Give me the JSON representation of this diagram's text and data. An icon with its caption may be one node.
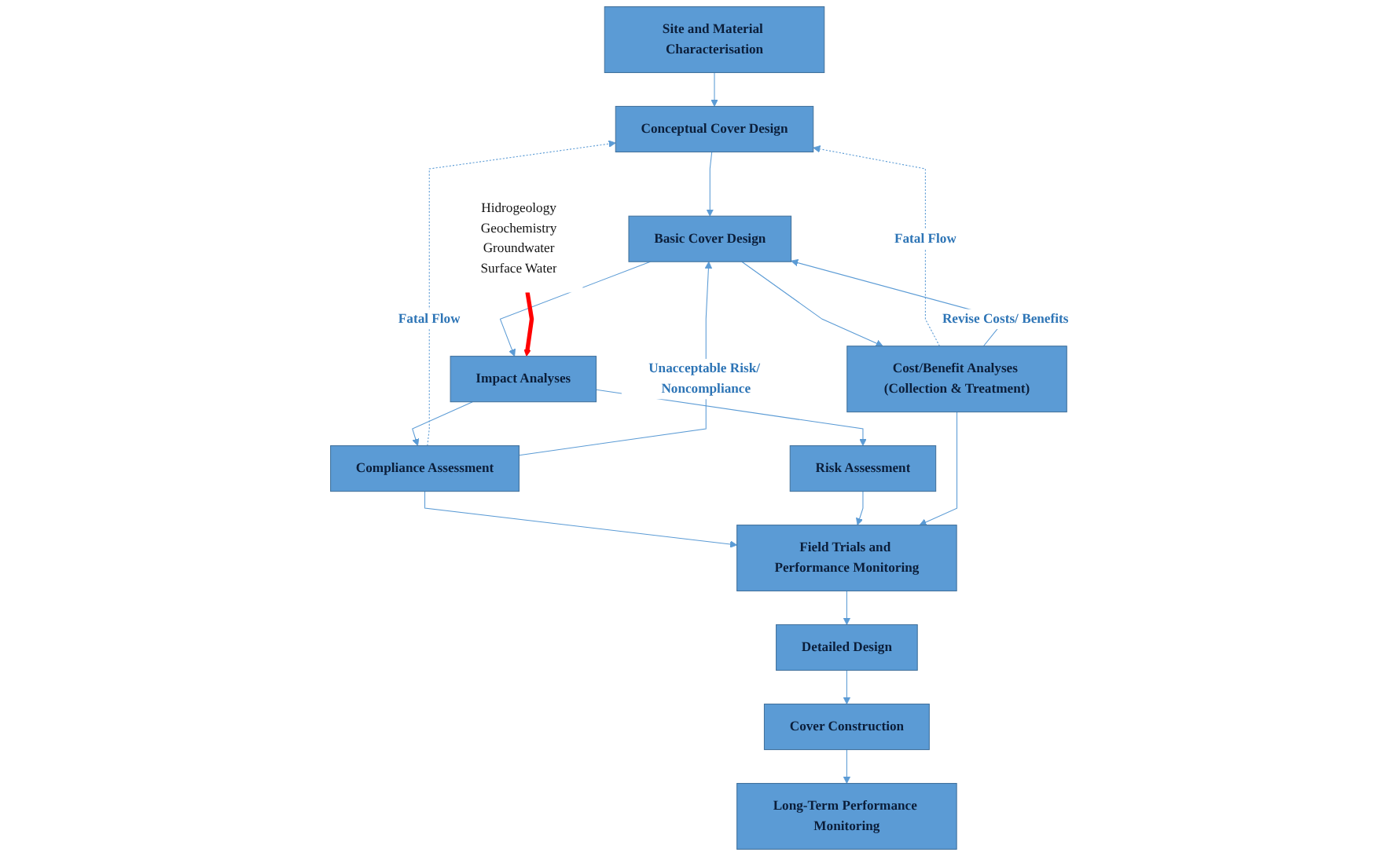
{
  "diagram": {
    "nodes": [
      {
        "text": [
          "Site and Material Characterisation"
        ]
      },
      {
        "text": [
          "Conceptual Cover Design"
        ]
      },
      {
        "text": [
          "Basic Cover Design"
        ]
      },
      {
        "text": [
          "Impact Analyses"
        ]
      },
      {
        "text": [
          "Cost/Benefit Analyses (Collection & Treatment)"
        ]
      },
      {
        "text": [
          "Compliance Assessment"
        ]
      },
      {
        "text": [
          "Risk Assessment"
        ]
      },
      {
        "text": [
          "Field Trials and Performance Monitoring"
        ]
      },
      {
        "text": [
          "Detailed Design"
        ]
      },
      {
        "text": [
          "Cover Construction"
        ]
      },
      {
        "text": [
          "Long-Term Performance Monitoring"
        ]
      },
      {
        "text": [
          "Hidrogeology",
          "Geochemistry",
          "Groundwater",
          "Surface Water"
        ]
      }
    ],
    "edges": [
      {
        "from": 0,
        "to": 1,
        "arrow": "to"
      },
      {
        "from": 1,
        "to": 2,
        "arrow": "to"
      },
      {
        "from": 2,
        "to": 3,
        "arrow": "to"
      },
      {
        "from": 2,
        "to": 4,
        "arrow": "to"
      },
      {
        "from": 3,
        "to": 5,
        "arrow": "to"
      },
      {
        "from": 3,
        "to": 6,
        "arrow": "to"
      },
      {
        "from": 5,
        "to": 1,
        "arrow": "to",
        "label": "Fatal Flow",
        "style": "dashed"
      },
      {
        "from": 5,
        "to": 2,
        "arrow": "to",
        "label": "Unacceptable Risk/ Noncompliance"
      },
      {
        "from": 4,
        "to": 1,
        "arrow": "to",
        "label": "Fatal Flow",
        "style": "dashed"
      },
      {
        "from": 4,
        "to": 2,
        "arrow": "to",
        "label": "Revise Costs/ Benefits"
      },
      {
        "from": 5,
        "to": 7,
        "arrow": "to"
      },
      {
        "from": 6,
        "to": 7,
        "arrow": "to"
      },
      {
        "from": 4,
        "to": 7,
        "arrow": "to"
      },
      {
        "from": 7,
        "to": 8,
        "arrow": "to"
      },
      {
        "from": 8,
        "to": 9,
        "arrow": "to"
      },
      {
        "from": 9,
        "to": 10,
        "arrow": "to"
      },
      {
        "from": 11,
        "to": 3,
        "arrow": "to",
        "style": "thick",
        "color": "#ff0000"
      }
    ]
  }
}
